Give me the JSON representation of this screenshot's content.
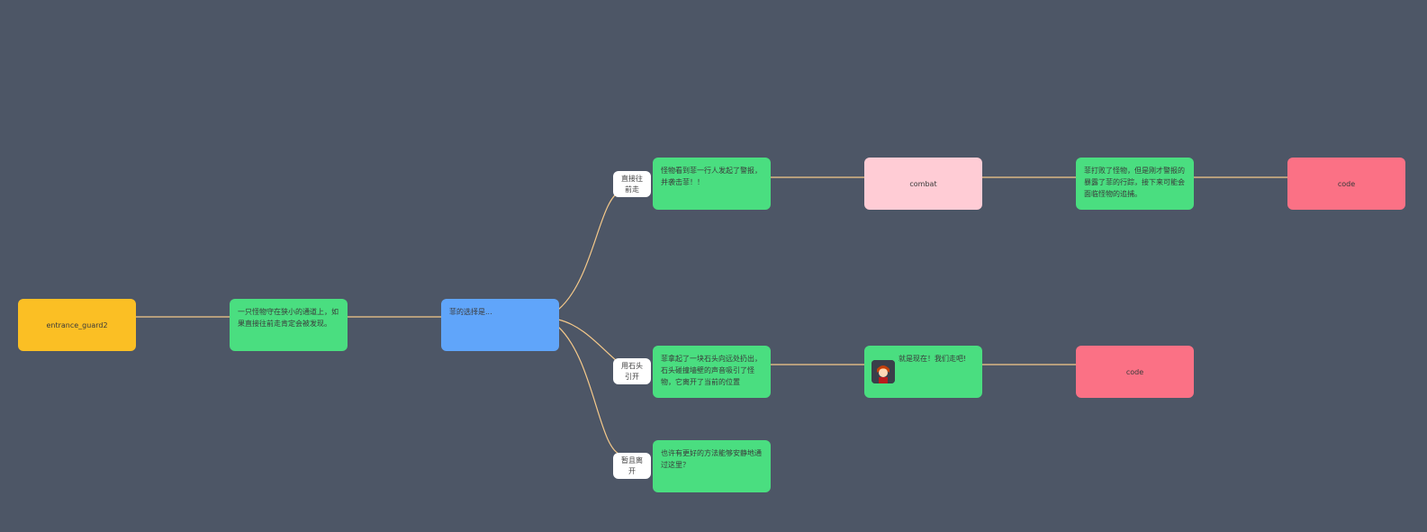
{
  "colors": {
    "background": "#4d5666",
    "edge": "#f5c98a",
    "start": "#fbbf24",
    "text": "#4ade80",
    "branch": "#60a5fa",
    "combat": "#ffccd5",
    "code": "#fb7185",
    "choice": "#ffffff"
  },
  "nodes": {
    "start": {
      "label": "entrance_guard2",
      "type": "start"
    },
    "intro": {
      "label": "一只怪物守在狭小的通道上，如果直接往前走肯定会被发现。",
      "type": "text"
    },
    "branch": {
      "label": "菲的选择是...",
      "type": "branch"
    },
    "forward_text": {
      "label": "怪物看到菲一行人发起了警报，并袭击菲！！",
      "type": "text"
    },
    "combat": {
      "label": "combat",
      "type": "combat"
    },
    "after_combat": {
      "label": "菲打败了怪物，但是刚才警报的暴露了菲的行踪，接下来可能会面临怪物的追捕。",
      "type": "text"
    },
    "code_top": {
      "label": "code",
      "type": "code"
    },
    "stone_text": {
      "label": "菲拿起了一块石头向远处扔出，石头碰撞墙壁的声音吸引了怪物，它离开了当前的位置",
      "type": "text"
    },
    "dialog": {
      "label": "就是现在！我们走吧!",
      "type": "text",
      "avatar": "character-portrait"
    },
    "code_mid": {
      "label": "code",
      "type": "code"
    },
    "leave_text": {
      "label": "也许有更好的方法能够安静地通过这里？",
      "type": "text"
    }
  },
  "choices": {
    "forward": {
      "label": "直接往前走"
    },
    "stone": {
      "label": "用石头引开"
    },
    "leave": {
      "label": "暂且离开"
    }
  }
}
